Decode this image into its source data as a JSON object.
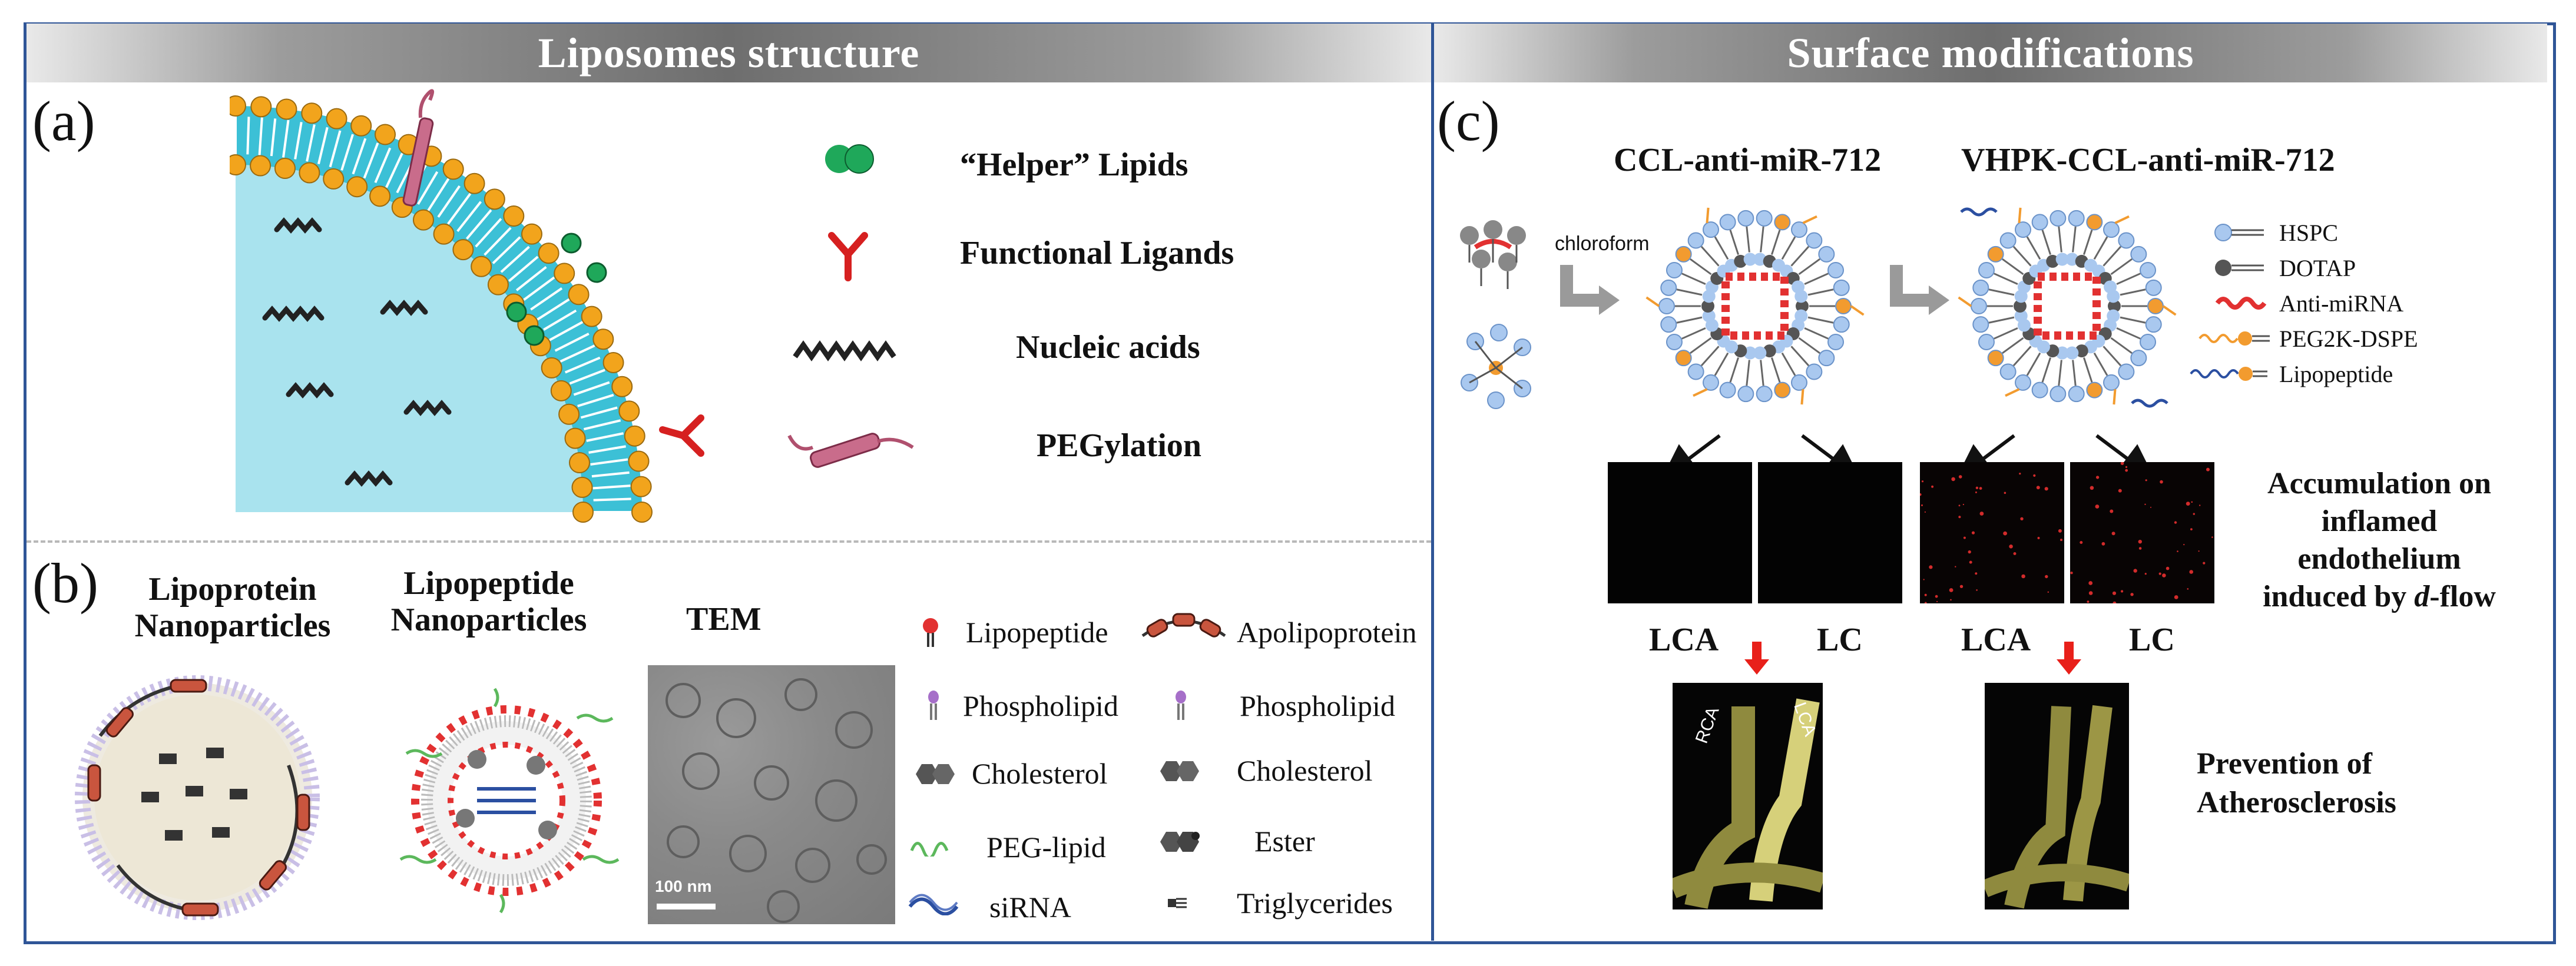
{
  "headers": {
    "left": "Liposomes structure",
    "right": "Surface modifications"
  },
  "panel_a": {
    "letter": "(a)",
    "legend": [
      "“Helper” Lipids",
      "Functional Ligands",
      "Nucleic acids",
      "PEGylation"
    ]
  },
  "panel_b": {
    "letter": "(b)",
    "lipoprotein": [
      "Lipoprotein",
      "Nanoparticles"
    ],
    "lipopeptide": [
      "Lipopeptide",
      "Nanoparticles"
    ],
    "tem_title": "TEM",
    "scale_bar": "100 nm",
    "legend_left": [
      "Lipopeptide",
      "Phospholipid",
      "Cholesterol",
      "PEG-lipid",
      "siRNA"
    ],
    "legend_right": [
      "Apolipoprotein",
      "Phospholipid",
      "Cholesterol",
      "Ester",
      "Triglycerides"
    ]
  },
  "panel_c": {
    "letter": "(c)",
    "title_left": "CCL-anti-miR-712",
    "title_right": "VHPK-CCL-anti-miR-712",
    "arrow_label": "chloroform",
    "legend": [
      "HSPC",
      "DOTAP",
      "Anti-miRNA",
      "PEG2K-DSPE",
      "Lipopeptide"
    ],
    "accumulation": [
      "Accumulation on",
      "inflamed",
      "endothelium",
      "induced by ",
      "d",
      "-flow"
    ],
    "image_labels": [
      "LCA",
      "LC",
      "LCA",
      "LC"
    ],
    "vessel_labels": [
      "RCA",
      "LCA"
    ],
    "prevention": [
      "Prevention of",
      "Atherosclerosis"
    ]
  },
  "colors": {
    "border": "#2f5597",
    "aqueous": "#a9e3ee",
    "bilayer": "#3cc0d6",
    "head": "#f2a41c",
    "helper": "#1fa85a",
    "ligand": "#d62020",
    "peg": "#b0506e",
    "red_arrow": "#e8201a"
  }
}
